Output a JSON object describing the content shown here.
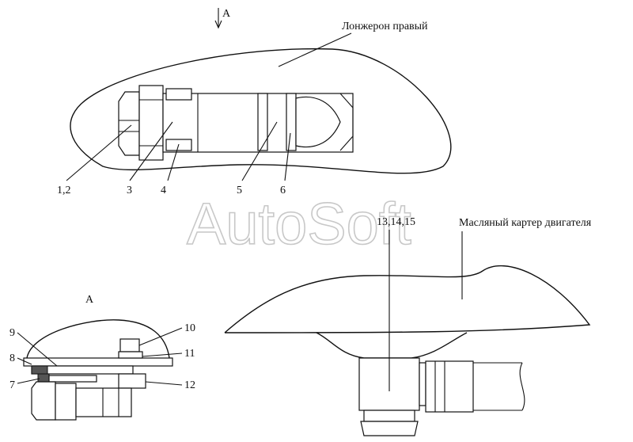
{
  "view_arrow_label": "A",
  "section_label": "A",
  "watermark": "AutoSoft",
  "parts": {
    "rail": "Лонжерон правый",
    "oil_pan": "Масляный картер двигателя"
  },
  "callouts_top": [
    "1,2",
    "3",
    "4",
    "5",
    "6"
  ],
  "callout_pan": "13,14,15",
  "callouts_section": {
    "p7": "7",
    "p8": "8",
    "p9": "9",
    "p10": "10",
    "p11": "11",
    "p12": "12"
  },
  "colors": {
    "line": "#111111",
    "watermark_stroke": "#c8c8c8"
  }
}
